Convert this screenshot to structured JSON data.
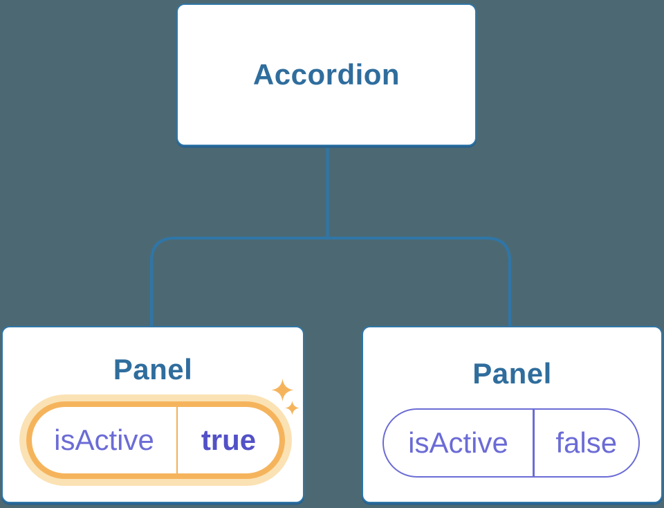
{
  "diagram": {
    "description": "Component tree diagram: Accordion parent with two Panel children showing isActive state pills",
    "background_color": "#4C6973",
    "connector_color": "#2F76A8",
    "node_border_color": "#2F76A8",
    "node_fill_color": "#FFFFFF",
    "title_text_color": "#2F6D9D",
    "root_node": {
      "label": "Accordion"
    },
    "panel_nodes": [
      {
        "label": "Panel",
        "state_pill": {
          "key": "isActive",
          "value": "true"
        },
        "highlighted": true,
        "highlight_ring_color": "#F5B45C",
        "highlight_glow_color": "#FBE2B4",
        "pill_key_color": "#6B6BD6",
        "pill_value_color": "#5351C7",
        "decoration": "sparkle-icon"
      },
      {
        "label": "Panel",
        "state_pill": {
          "key": "isActive",
          "value": "false"
        },
        "highlighted": false,
        "pill_border_color": "#6B6BD6",
        "pill_key_color": "#6B6BD6",
        "pill_value_color": "#6B6BD6"
      }
    ],
    "sparkle_color": "#F5B45C"
  }
}
